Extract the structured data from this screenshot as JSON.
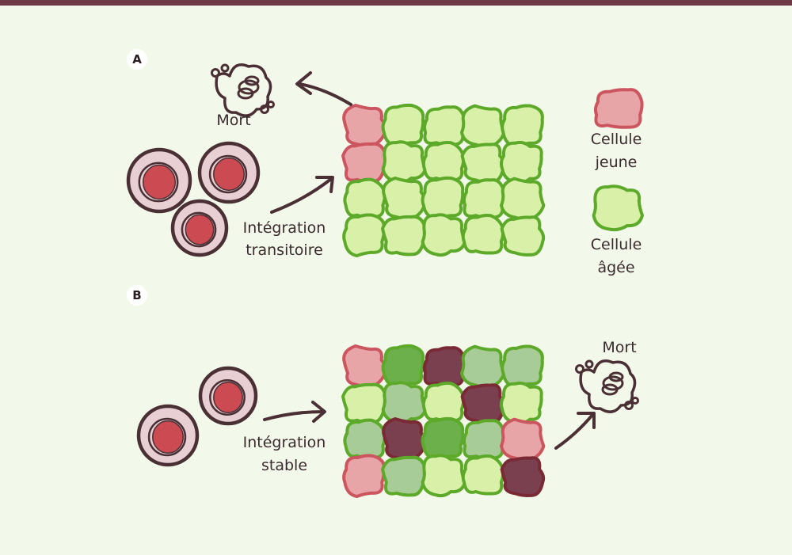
{
  "colors": {
    "top_bar": "#6e3a46",
    "background": "#f3f9ea",
    "young_fill": "#e8a5a8",
    "young_stroke": "#cc565f",
    "old_fill": "#d8f0a8",
    "old_stroke": "#5da92a",
    "dead_fill": "#7a4050",
    "dead_stroke": "#7a2a34",
    "mid_green_fill": "#a8cc98",
    "dark_green_fill": "#6bb04a",
    "stem_outer": "#e8cfd4",
    "stem_stroke": "#4a3035",
    "nucleus": "#cc4a52"
  },
  "panels": {
    "a": {
      "badge": "A",
      "death_label": "Mort",
      "integration_label_line1": "Intégration",
      "integration_label_line2": "transitoire"
    },
    "b": {
      "badge": "B",
      "death_label": "Mort",
      "integration_label_line1": "Intégration",
      "integration_label_line2": "stable"
    }
  },
  "legend": {
    "young_line1": "Cellule",
    "young_line2": "jeune",
    "old_line1": "Cellule",
    "old_line2": "âgée"
  }
}
